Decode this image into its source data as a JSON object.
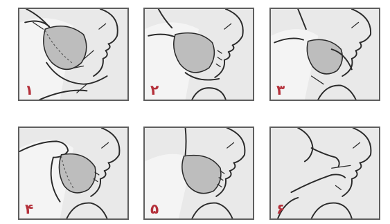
{
  "panels": [
    {
      "id": 1,
      "label": "۱"
    },
    {
      "id": 2,
      "label": "۲"
    },
    {
      "id": 3,
      "label": "۳"
    },
    {
      "id": 4,
      "label": "۴"
    },
    {
      "id": 5,
      "label": "۵"
    },
    {
      "id": 6,
      "label": "۶"
    }
  ],
  "colors": {
    "frame": "#5e5e5e",
    "panel_bg": "#e9e9e9",
    "breast_shade": "#bdbdbd",
    "number": "#b4303a"
  }
}
